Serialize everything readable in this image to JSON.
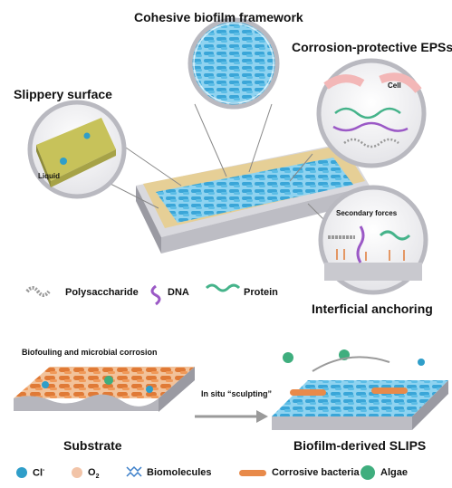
{
  "titles": {
    "framework": "Cohesive biofilm framework",
    "eps": "Corrosion-protective EPSs",
    "slippery": "Slippery surface",
    "anchoring": "Interficial anchoring"
  },
  "inset_labels": {
    "liquid": "Liquid",
    "cell": "Cell",
    "secondary": "Secondary forces"
  },
  "legend_top": [
    {
      "name": "Polysaccharide",
      "icon": "polysaccharide-chain-icon"
    },
    {
      "name": "DNA",
      "icon": "dna-strand-icon"
    },
    {
      "name": "Protein",
      "icon": "protein-helix-icon"
    }
  ],
  "bottom": {
    "caption": "Biofouling and microbial corrosion",
    "arrow_label": "In situ “sculpting”",
    "substrate": "Substrate",
    "slips": "Biofilm-derived SLIPS"
  },
  "legend_bottom": {
    "cl": "Cl",
    "cl_sup": "-",
    "o2": "O",
    "o2_sub": "2",
    "biomolecules": "Biomolecules",
    "bacteria": "Corrosive bacteria",
    "algae": "Algae"
  },
  "colors": {
    "biofilm": "#4fb3e0",
    "liquid": "#e6cf96",
    "substrate": "#cfcfd4",
    "bacteria": "#e88a4a",
    "algae": "#3fae7e",
    "chloride": "#2f9ec9",
    "dna": "#9b59c6",
    "protein": "#45b38a"
  }
}
